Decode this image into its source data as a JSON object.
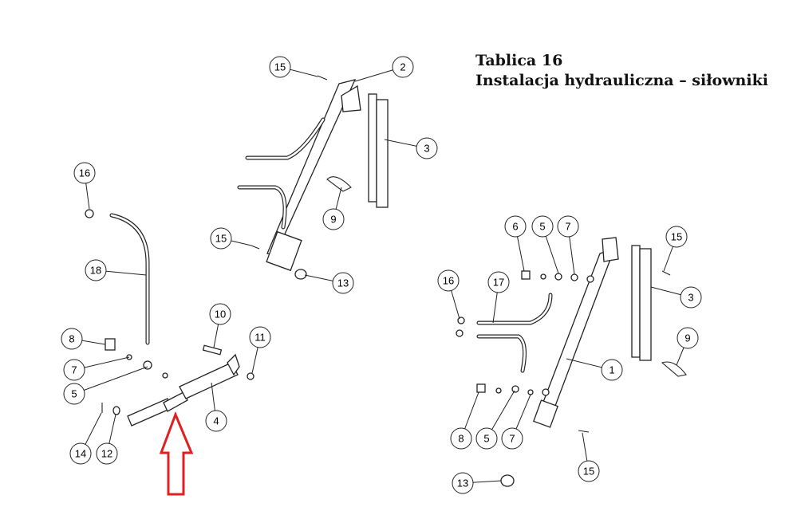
{
  "title": {
    "line1": "Tablica 16",
    "line2": "Instalacja hydrauliczna – siłowniki"
  },
  "callouts": [
    "15",
    "2",
    "3",
    "9",
    "15",
    "13",
    "16",
    "18",
    "8",
    "7",
    "5",
    "10",
    "11",
    "4",
    "14",
    "12",
    "6",
    "5",
    "7",
    "15",
    "16",
    "17",
    "3",
    "9",
    "1",
    "8",
    "5",
    "7",
    "13",
    "15"
  ],
  "colors": {
    "arrow": "#e02020",
    "line": "#222222"
  }
}
